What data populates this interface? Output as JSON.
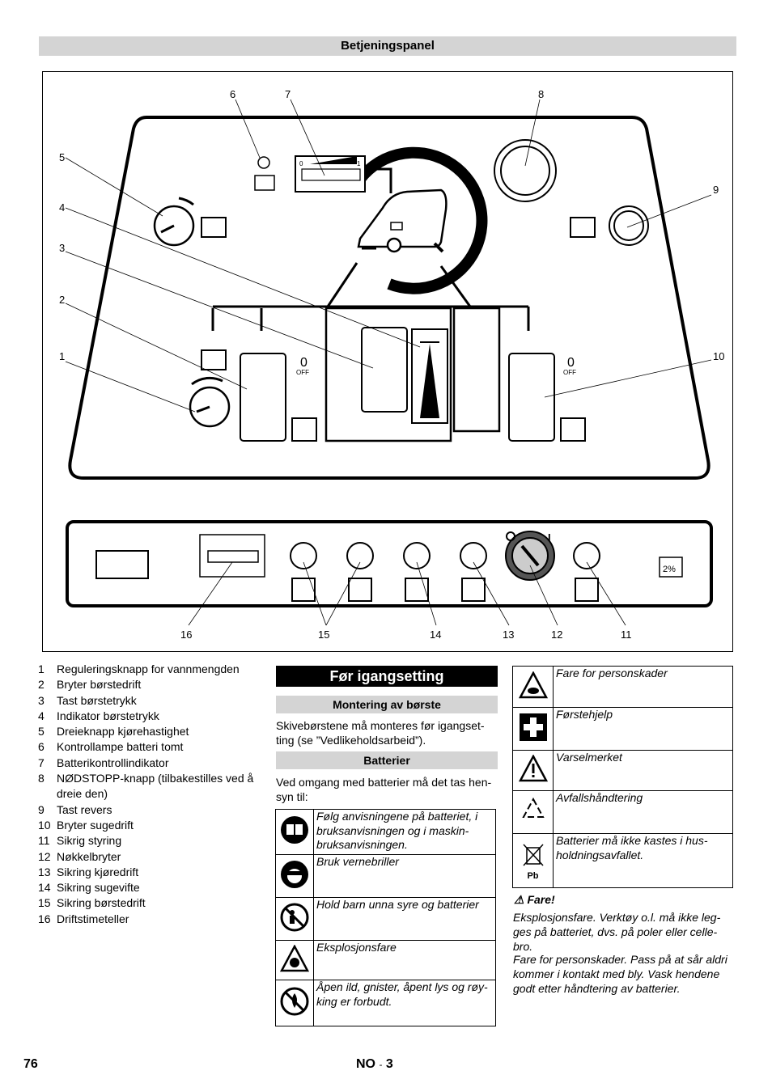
{
  "header": {
    "title": "Betjeningspanel"
  },
  "figure": {
    "callouts": [
      "1",
      "2",
      "3",
      "4",
      "5",
      "6",
      "7",
      "8",
      "9",
      "10",
      "11",
      "12",
      "13",
      "14",
      "15",
      "16"
    ],
    "off_label": "OFF",
    "zero_label": "0",
    "percent_label": "2%",
    "key_i": "I",
    "battery_scale_min": "0",
    "battery_scale_max": "1"
  },
  "legend": [
    {
      "num": "1",
      "text": "Reguleringsknapp for vannmengden"
    },
    {
      "num": "2",
      "text": "Bryter børstedrift"
    },
    {
      "num": "3",
      "text": "Tast børstetrykk"
    },
    {
      "num": "4",
      "text": "Indikator børstetrykk"
    },
    {
      "num": "5",
      "text": "Dreieknapp kjørehastighet"
    },
    {
      "num": "6",
      "text": "Kontrollampe batteri tomt"
    },
    {
      "num": "7",
      "text": "Batterikontrollindikator"
    },
    {
      "num": "8",
      "text": "NØDSTOPP-knapp (tilbakestilles ved å dreie den)"
    },
    {
      "num": "9",
      "text": "Tast revers"
    },
    {
      "num": "10",
      "text": "Bryter sugedrift"
    },
    {
      "num": "11",
      "text": "Sikrig styring"
    },
    {
      "num": "12",
      "text": "Nøkkelbryter"
    },
    {
      "num": "13",
      "text": "Sikring kjøredrift"
    },
    {
      "num": "14",
      "text": "Sikring sugevifte"
    },
    {
      "num": "15",
      "text": "Sikring børstedrift"
    },
    {
      "num": "16",
      "text": "Driftstimeteller"
    }
  ],
  "middle": {
    "section_title": "Før igangsetting",
    "sub1": "Montering av børste",
    "sub1_text": "Skivebørstene må monteres før igangset-ting (se ”Vedlikeholdsarbeid”).",
    "sub2": "Batterier",
    "sub2_text": "Ved omgang med batterier må det tas hen-syn til:",
    "table": [
      {
        "icon": "manual-icon",
        "text": "Følg anvisningene på batteriet, i bruksanvisningen og i maskin-bruksanvisningen."
      },
      {
        "icon": "goggles-icon",
        "text": "Bruk vernebriller"
      },
      {
        "icon": "keep-children-away-icon",
        "text": "Hold barn unna syre og batterier"
      },
      {
        "icon": "explosion-icon",
        "text": "Eksplosjonsfare"
      },
      {
        "icon": "no-fire-icon",
        "text": "Åpen ild, gnister, åpent lys og røy-king er forbudt."
      }
    ]
  },
  "right": {
    "table": [
      {
        "icon": "corrosive-hazard-icon",
        "text": "Fare for personskader"
      },
      {
        "icon": "first-aid-icon",
        "text": "Førstehjelp"
      },
      {
        "icon": "warning-icon",
        "text": "Varselmerket"
      },
      {
        "icon": "recycle-icon",
        "text": "Avfallshåndtering"
      },
      {
        "icon": "no-bin-icon",
        "text": "Batterier må ikke kastes i hus-holdningsavfallet."
      }
    ],
    "pb_label": "Pb",
    "danger_title": "Fare!",
    "danger_text1": "Eksplosjonsfare. Verktøy o.l. må ikke leg-ges på batteriet, dvs. på poler eller celle-bro.",
    "danger_text2": "Fare for personskader. Pass på at sår aldri kommer i kontakt med bly. Vask hendene godt etter håndtering av batterier."
  },
  "footer": {
    "page": "76",
    "lang": "NO",
    "sep": "-",
    "sub": "3"
  }
}
